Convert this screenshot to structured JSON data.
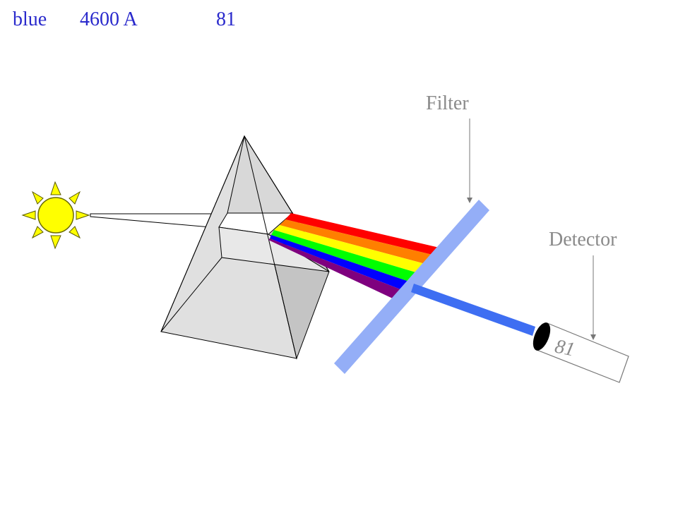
{
  "header": {
    "color_name": "blue",
    "wavelength": "4600 A",
    "reading": "81"
  },
  "labels": {
    "filter": "Filter",
    "detector": "Detector",
    "detector_value": "81"
  },
  "colors": {
    "text_blue": "#2a2acc",
    "label_gray": "#8a8a8a",
    "filter": "#94aef7",
    "beam": "#3e6ef2",
    "sun": "#ffff00",
    "prism_light": "#e0e0e0",
    "prism_dark": "#c4c4c4",
    "spectrum": [
      "#ff0000",
      "#ff7f00",
      "#ffff00",
      "#00ff00",
      "#0000ff",
      "#7f007f"
    ]
  },
  "icons": {
    "sun": "sun-icon",
    "prism": "prism-icon",
    "filter": "filter-bar",
    "detector": "detector-tube"
  }
}
